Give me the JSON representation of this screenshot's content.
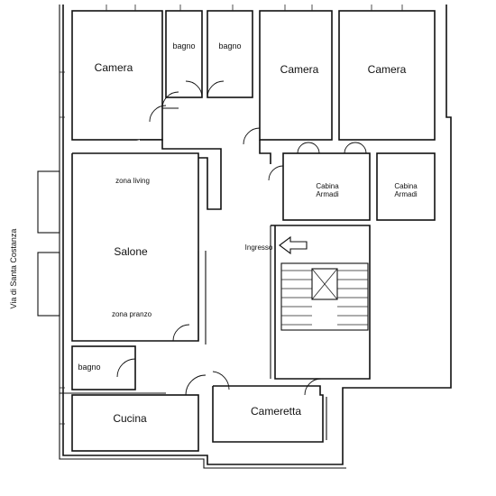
{
  "street": "Via di Santa Costanza",
  "rooms": {
    "camera_left": "Camera",
    "bagno_1": "bagno",
    "bagno_2": "bagno",
    "camera_mid": "Camera",
    "camera_right": "Camera",
    "cabina_1_line1": "Cabina",
    "cabina_1_line2": "Armadi",
    "cabina_2_line1": "Cabina",
    "cabina_2_line2": "Armadi",
    "zona_living": "zona living",
    "salone": "Salone",
    "zona_pranzo": "zona pranzo",
    "ingresso": "Ingresso",
    "bagno_3": "bagno",
    "cucina": "Cucina",
    "cameretta": "Cameretta"
  }
}
